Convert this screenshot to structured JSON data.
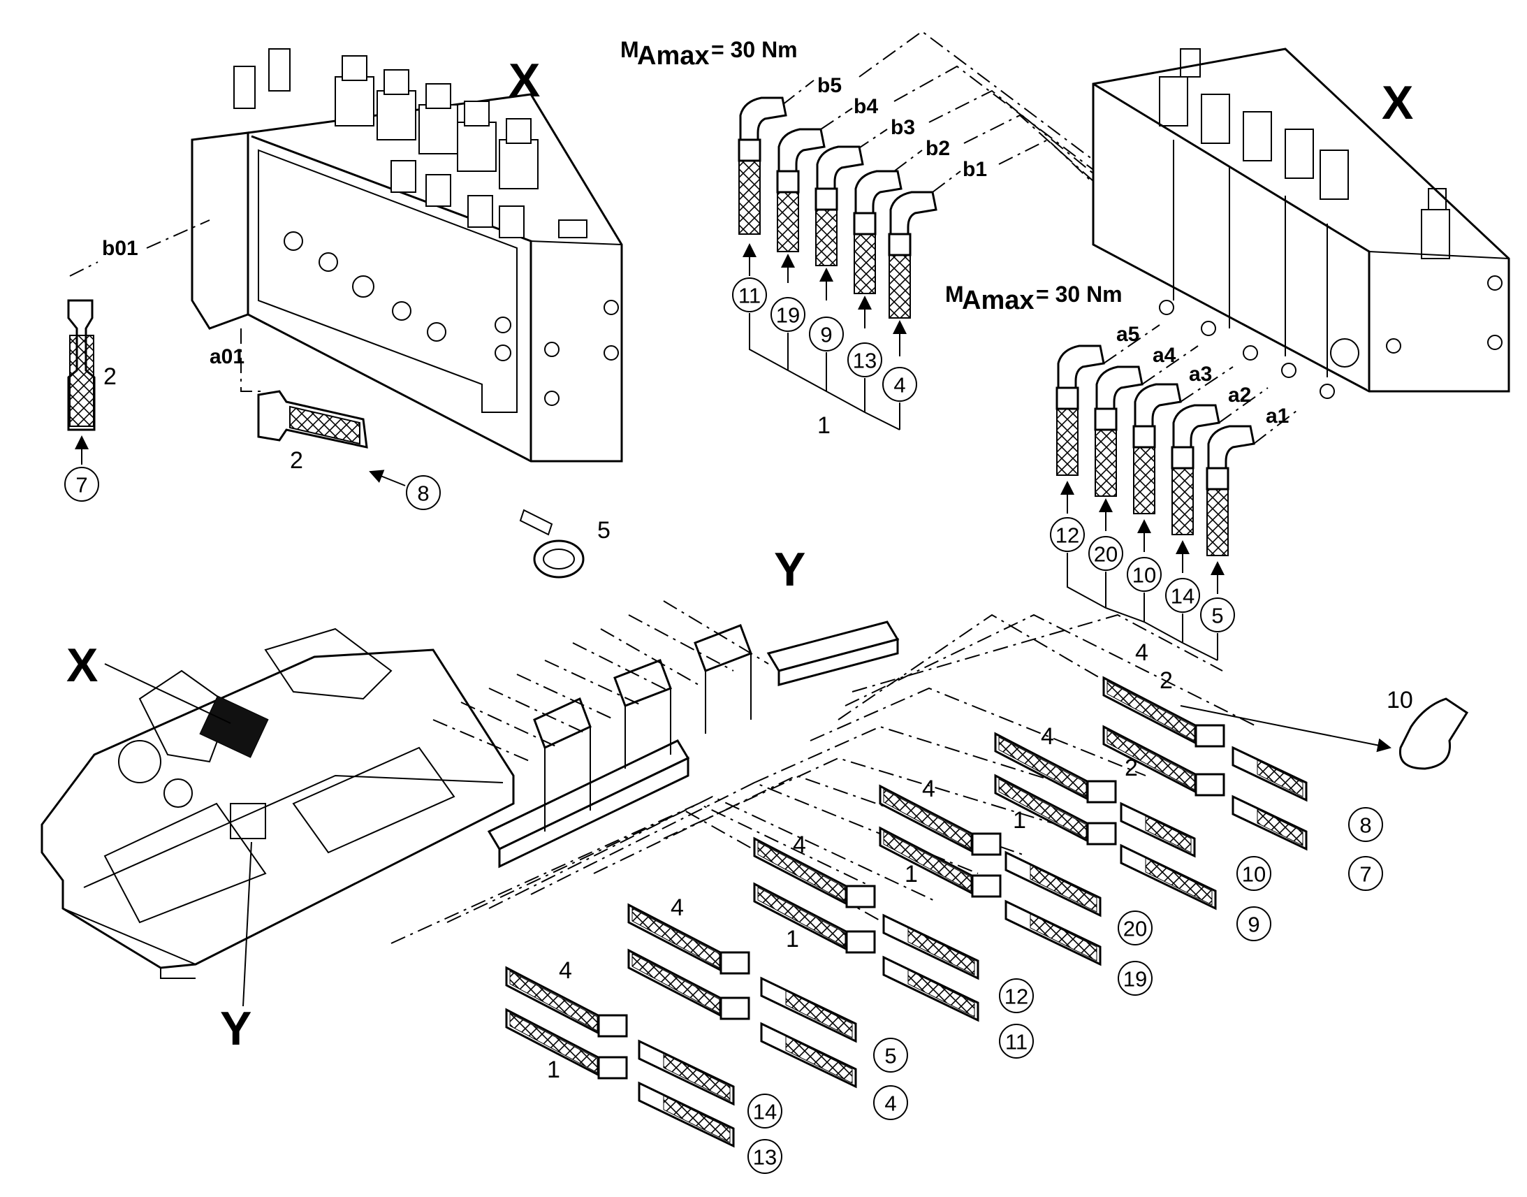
{
  "views": {
    "x_left": "X",
    "x_right": "X",
    "x_frame": "X",
    "y_detail": "Y",
    "y_frame": "Y"
  },
  "torque": {
    "top": {
      "prefix": "M",
      "sub": "Amax",
      "value": "= 30 Nm"
    },
    "mid": {
      "prefix": "M",
      "sub": "Amax",
      "value": "= 30 Nm"
    }
  },
  "ports_b": [
    "b5",
    "b4",
    "b3",
    "b2",
    "b1"
  ],
  "ports_a": [
    "a5",
    "a4",
    "a3",
    "a2",
    "a1"
  ],
  "port_b01": "b01",
  "port_a01": "a01",
  "top_hose_refs": [
    "11",
    "19",
    "9",
    "13",
    "4"
  ],
  "mid_hose_refs": [
    "12",
    "20",
    "10",
    "14",
    "5"
  ],
  "group_top": "1",
  "group_mid": "4",
  "left_item": "2",
  "left_ref": "7",
  "lower_item": "2",
  "lower_ref": "8",
  "clamp_item": "5",
  "tape_item": "10",
  "pipe_labels": {
    "p2a": "2",
    "p4a": "4",
    "p2b": "2",
    "p4b": "4",
    "p1b": "1",
    "p4c": "4",
    "p1c": "1",
    "p4d": "4",
    "p1d": "1",
    "p4e": "4",
    "p1e": "1"
  },
  "bottom_refs": {
    "r8": "8",
    "r7": "7",
    "r10": "10",
    "r9": "9",
    "r20": "20",
    "r19": "19",
    "r12": "12",
    "r11": "11",
    "r5": "5",
    "r4": "4",
    "r14": "14",
    "r13": "13"
  }
}
